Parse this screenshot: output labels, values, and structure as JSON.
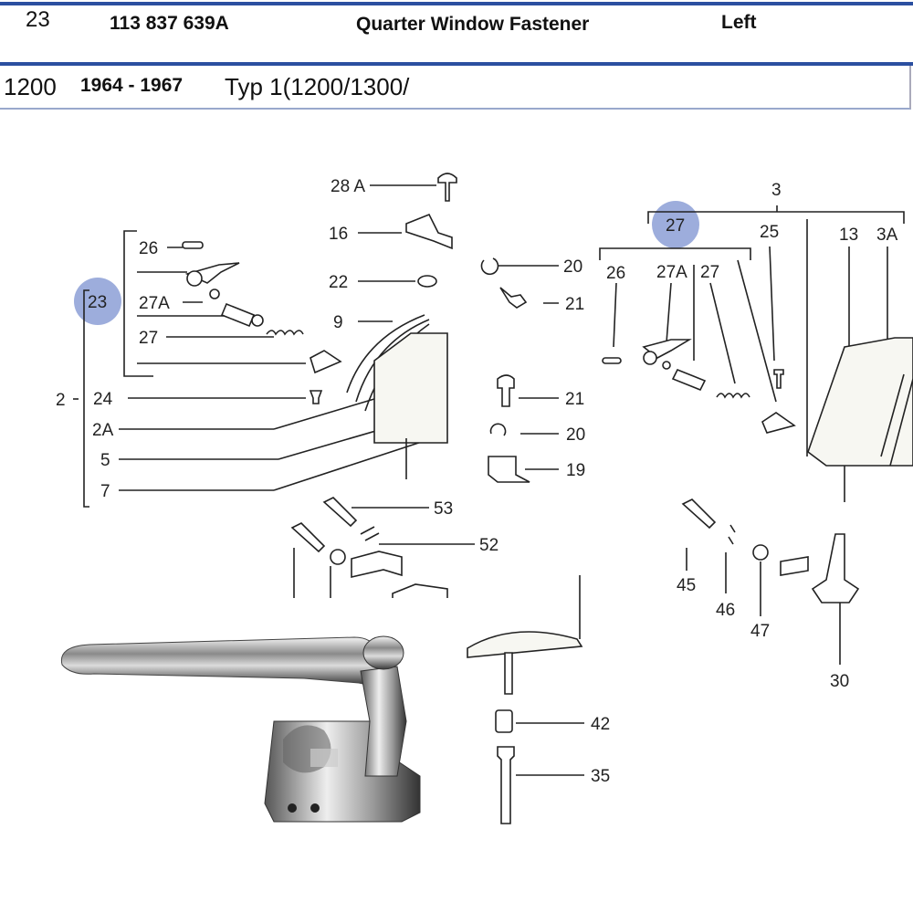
{
  "header": {
    "item_no": "23",
    "part_number": "113 837 639A",
    "description": "Quarter Window Fastener",
    "side": "Left",
    "model": "1200",
    "years": "1964 - 1967",
    "type": "Typ 1(1200/1300/"
  },
  "colors": {
    "accent": "#2b4fa0",
    "highlight": "#8c9fd6"
  },
  "diagram": {
    "highlighted_label": "23",
    "labels": {
      "l28a": "28 A",
      "l16": "16",
      "l22": "22",
      "l9": "9",
      "l20a": "20",
      "l21a": "21",
      "l21b": "21",
      "l20b": "20",
      "l19": "19",
      "l53": "53",
      "l52": "52",
      "l26": "26",
      "l23": "23",
      "l27a": "27A",
      "l27": "27",
      "l2": "2",
      "l24": "24",
      "l2a": "2A",
      "l5": "5",
      "l7": "7",
      "r3": "3",
      "r27c": "27",
      "r25": "25",
      "r13": "13",
      "r3a": "3A",
      "r26": "26",
      "r27a": "27A",
      "r27": "27",
      "r45": "45",
      "r46": "46",
      "r47": "47",
      "r30": "30",
      "r42": "42",
      "r35": "35"
    }
  }
}
